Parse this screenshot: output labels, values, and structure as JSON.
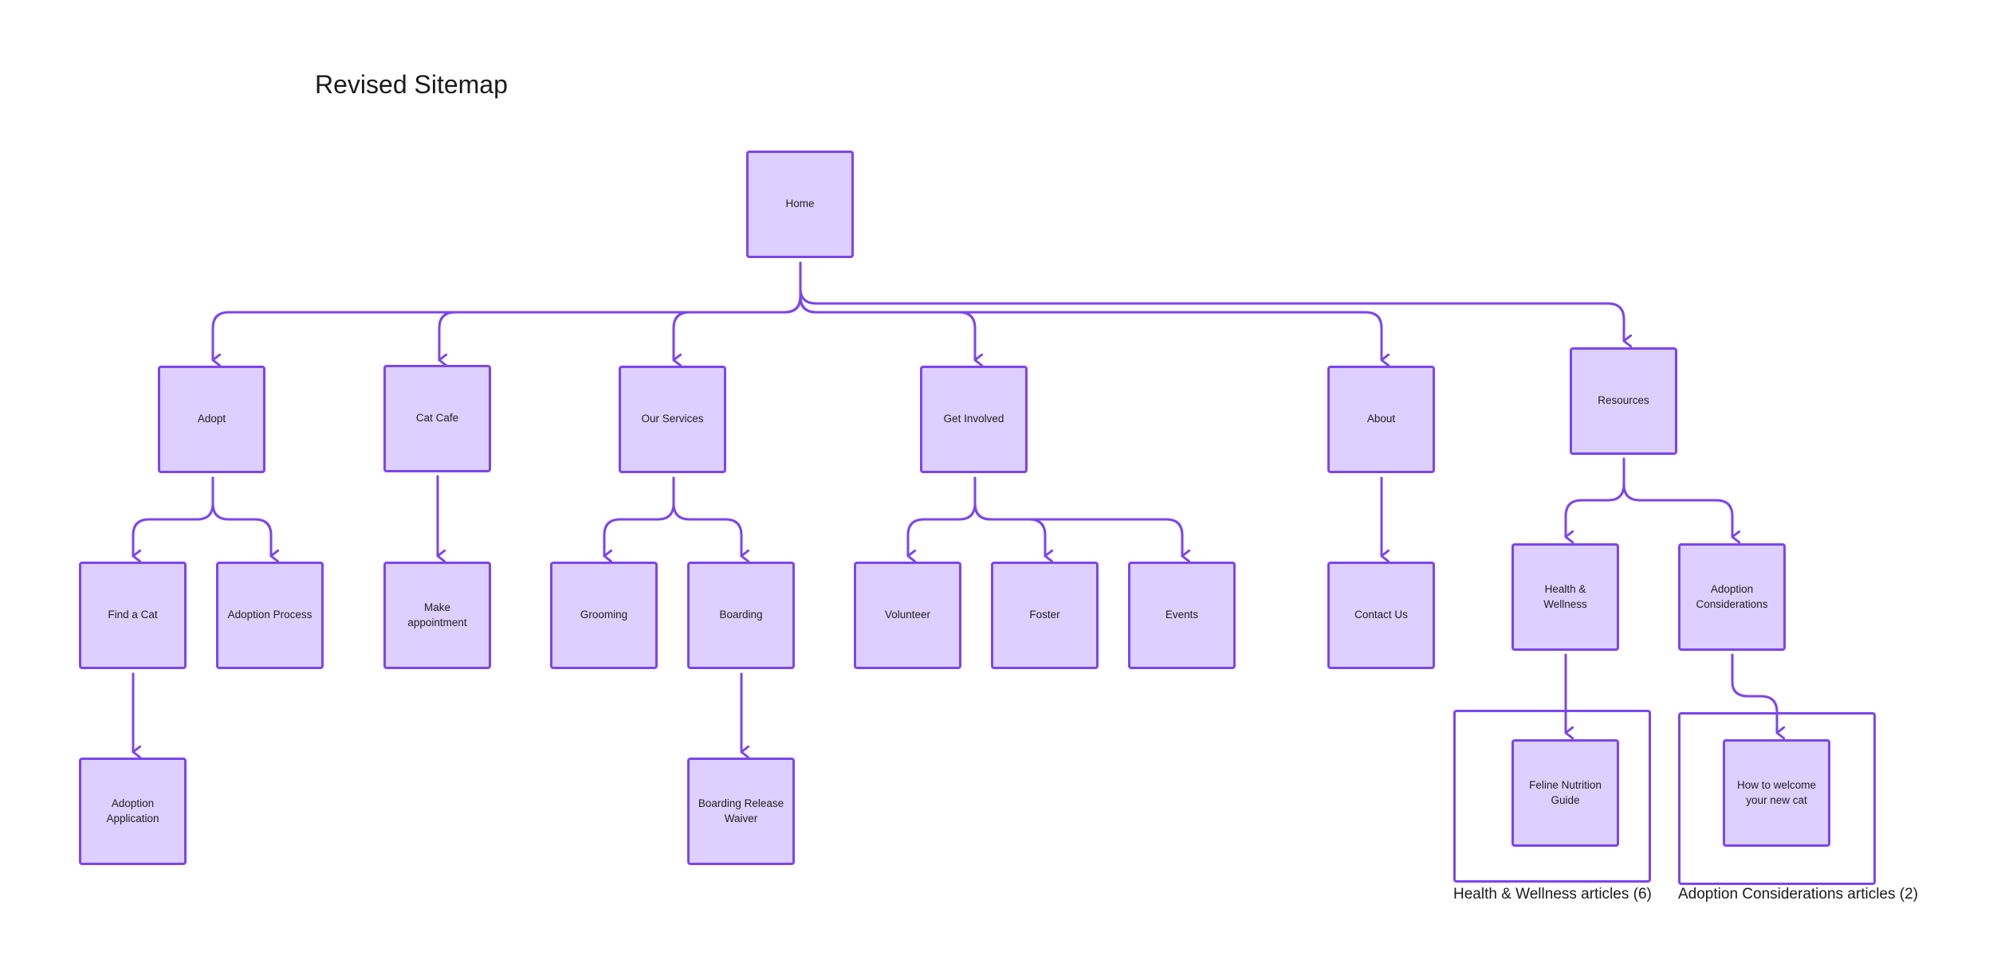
{
  "title": "Revised Sitemap",
  "colors": {
    "stroke": "#7b46ee",
    "fill": "#ddcfff",
    "text": "#1f1f1f"
  },
  "nodes": {
    "home": "Home",
    "adopt": "Adopt",
    "cat_cafe": "Cat Cafe",
    "our_services": "Our Services",
    "get_involved": "Get Involved",
    "about": "About",
    "resources": "Resources",
    "find_a_cat": "Find a Cat",
    "adoption_process": "Adoption Process",
    "make_appointment": "Make appointment",
    "grooming": "Grooming",
    "boarding": "Boarding",
    "volunteer": "Volunteer",
    "foster": "Foster",
    "events": "Events",
    "contact_us": "Contact Us",
    "health_wellness": "Health & Wellness",
    "adoption_considerations": "Adoption Considerations",
    "adoption_application": "Adoption Application",
    "boarding_release_waiver": "Boarding Release Waiver",
    "feline_nutrition_guide": "Feline Nutrition Guide",
    "how_to_welcome": "How to welcome your new cat"
  },
  "groups": {
    "health_wellness_articles": "Health & Wellness articles (6)",
    "adoption_considerations_articles": "Adoption Considerations articles (2)"
  },
  "edges": [
    [
      "home",
      "adopt"
    ],
    [
      "home",
      "cat_cafe"
    ],
    [
      "home",
      "our_services"
    ],
    [
      "home",
      "get_involved"
    ],
    [
      "home",
      "about"
    ],
    [
      "home",
      "resources"
    ],
    [
      "adopt",
      "find_a_cat"
    ],
    [
      "adopt",
      "adoption_process"
    ],
    [
      "cat_cafe",
      "make_appointment"
    ],
    [
      "our_services",
      "grooming"
    ],
    [
      "our_services",
      "boarding"
    ],
    [
      "get_involved",
      "volunteer"
    ],
    [
      "get_involved",
      "foster"
    ],
    [
      "get_involved",
      "events"
    ],
    [
      "about",
      "contact_us"
    ],
    [
      "resources",
      "health_wellness"
    ],
    [
      "resources",
      "adoption_considerations"
    ],
    [
      "find_a_cat",
      "adoption_application"
    ],
    [
      "boarding",
      "boarding_release_waiver"
    ],
    [
      "health_wellness",
      "feline_nutrition_guide"
    ],
    [
      "adoption_considerations",
      "how_to_welcome"
    ]
  ]
}
